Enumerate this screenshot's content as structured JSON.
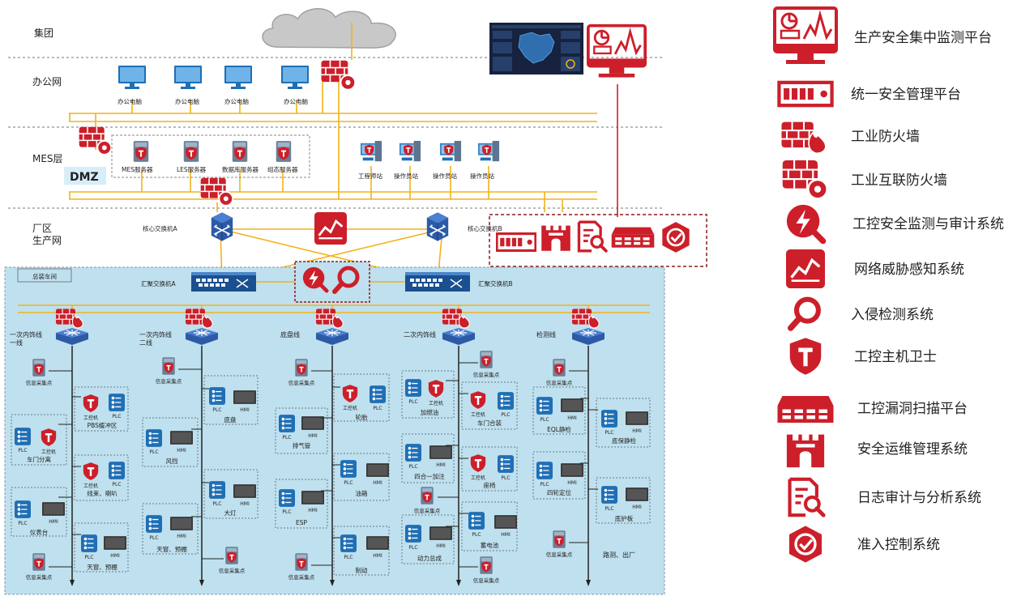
{
  "layers": {
    "group": "集团",
    "office": "办公网",
    "mes": "MES层",
    "plant": "厂区\n生产网",
    "dmz": "DMZ"
  },
  "office_pcs": [
    "办公电脑",
    "办公电脑",
    "办公电脑",
    "办公电脑"
  ],
  "dmz_servers": [
    "MES服务器",
    "LES服务器",
    "数据库服务器",
    "组态服务器"
  ],
  "stations": [
    "工程师站",
    "操作员站",
    "操作员站",
    "操作员站"
  ],
  "core_switches": [
    "核心交换机A",
    "核心交换机B"
  ],
  "workshop": "总装车间",
  "agg_switches": [
    "汇聚交换机A",
    "汇聚交换机B"
  ],
  "lines": [
    "一次内饰线\n一线",
    "一次内饰线\n二线",
    "底盘线",
    "二次内饰线",
    "检测线"
  ],
  "common": {
    "collector": "信息采集点",
    "plc": "PLC",
    "hmi": "HMI",
    "ipc": "工控机"
  },
  "cells": {
    "l1": [
      "PBS缓冲区",
      "车门分离",
      "线束、喇叭",
      "仪表台",
      "天窗、预棚"
    ],
    "l2": [
      "底盘",
      "风挡",
      "大灯",
      "天窗、预棚"
    ],
    "l3": [
      "轮胎",
      "排气管",
      "油箱",
      "ESP",
      "制动"
    ],
    "l4": [
      "加燃油",
      "车门合装",
      "四合一加注",
      "座椅",
      "蓄电池",
      "动力总成"
    ],
    "l5": [
      "EQL静检",
      "底保静检",
      "四轮定位",
      "底护板",
      "路测、出厂"
    ]
  },
  "legend": [
    {
      "icon": "monitor-platform-icon",
      "label": "生产安全集中监测平台"
    },
    {
      "icon": "security-management-icon",
      "label": "统一安全管理平台"
    },
    {
      "icon": "industrial-firewall-icon",
      "label": "工业防火墙"
    },
    {
      "icon": "interconnect-firewall-icon",
      "label": "工业互联防火墙"
    },
    {
      "icon": "audit-monitor-icon",
      "label": "工控安全监测与审计系统"
    },
    {
      "icon": "threat-awareness-icon",
      "label": "网络威胁感知系统"
    },
    {
      "icon": "intrusion-detection-icon",
      "label": "入侵检测系统"
    },
    {
      "icon": "host-guard-icon",
      "label": "工控主机卫士"
    },
    {
      "icon": "vulnerability-scan-icon",
      "label": "工控漏洞扫描平台"
    },
    {
      "icon": "ops-management-icon",
      "label": "安全运维管理系统"
    },
    {
      "icon": "log-audit-icon",
      "label": "日志审计与分析系统"
    },
    {
      "icon": "access-control-icon",
      "label": "准入控制系统"
    }
  ],
  "colors": {
    "red": "#cc1f2a",
    "gold": "#f2b318",
    "blue": "#1f6fb5",
    "workshop_bg": "#bfe0ee",
    "dark": "#16223e"
  }
}
